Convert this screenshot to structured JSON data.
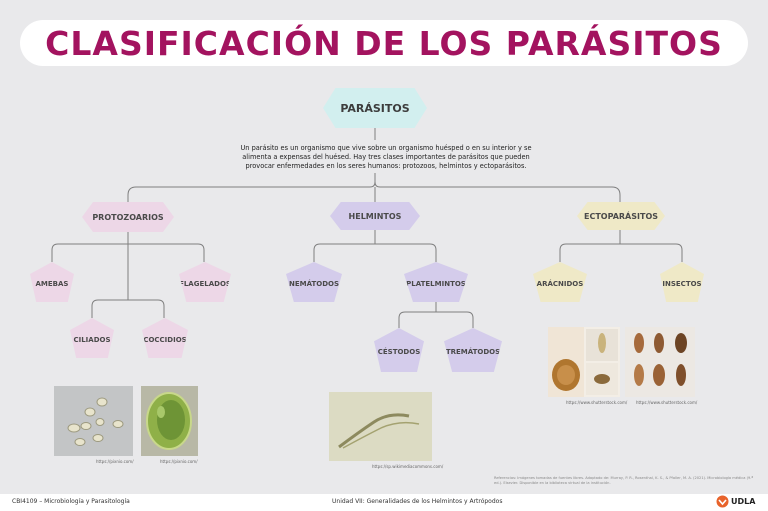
{
  "title": "CLASIFICACIÓN DE LOS PARÁSITOS",
  "root": {
    "label": "PARÁSITOS",
    "description": "Un parásito es un organismo que vive sobre un organismo huésped o en su interior y se alimenta a expensas del huésed. Hay tres clases importantes de parásitos que pueden provocar enfermedades en los seres humanos: protozoos, helmintos y ectoparásitos."
  },
  "categories": {
    "protozoarios": {
      "label": "PROTOZOARIOS",
      "children": [
        "AMEBAS",
        "FLAGELADOS",
        "CILIADOS",
        "COCCIDIOS"
      ],
      "credits": [
        "https://pixnio.com/",
        "https://pixnio.com/"
      ]
    },
    "helmintos": {
      "label": "HELMINTOS",
      "children": [
        "NEMÁTODOS",
        "PLATELMINTOS",
        "CÉSTODOS",
        "TREMÁTODOS"
      ],
      "credits": [
        "https://sp.wikimediacommons.com/"
      ]
    },
    "ectoparasitos": {
      "label": "ECTOPARÁSITOS",
      "children": [
        "ARÁCNIDOS",
        "INSECTOS"
      ],
      "credits": [
        "https://www.shutterstock.com/",
        "https://www.shutterstock.com/"
      ]
    }
  },
  "references": "Referencias: Imágenes tomadas de fuentes libres. Adaptado de: Murray, P. R., Rosenthal, K. S., & Pfaller, M. A. (2021). Microbiología médica (9.ª ed.). Elsevier. Disponible en la biblioteca virtual de la institución.",
  "footer": {
    "course": "CBI4109 – Microbiología y Parasitología",
    "unit": "Unidad VII: Generalidades de los Helmintos y Artrópodos",
    "logo": "UDLA"
  },
  "colors": {
    "title": "#a3135f",
    "root": "#d2efef",
    "protozoarios": "#edd7e7",
    "helmintos": "#d4cceb",
    "ectoparasitos": "#efe9c7"
  }
}
